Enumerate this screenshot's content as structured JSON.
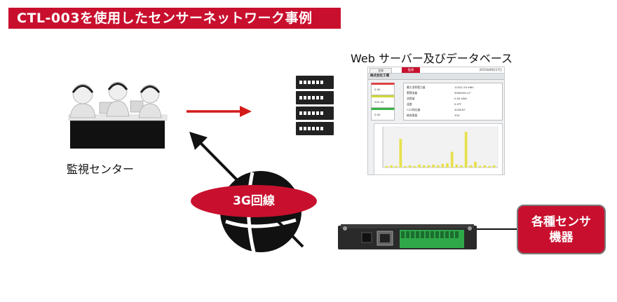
{
  "title": "CTL-003を使用したセンサーネットワーク事例",
  "web_server_label": "Web サーバー及びデータベース",
  "monitoring_center_label": "監視センター",
  "network_label": "3G回線",
  "sensor_label_line1": "各種センサ",
  "sensor_label_line2": "機器",
  "colors": {
    "accent_red": "#c8102e",
    "arrow_red": "#d41a1a",
    "arrow_black": "#111111",
    "bar_yellow": "#e6e14a"
  },
  "screenshot": {
    "tab_1": "全体",
    "tab_2": "監視",
    "date": "2015年09月17日",
    "company": "株式会社工場",
    "left_values": [
      "0.00",
      "525.34",
      "0.00"
    ],
    "table_rows": [
      {
        "label": "最大消費電力量",
        "value": "12421.55 kWh"
      },
      {
        "label": "累積流量",
        "value": "9958300 m³"
      },
      {
        "label": "消費量",
        "value": "0.00 kWh"
      },
      {
        "label": "温度",
        "value": "0.0℃"
      },
      {
        "label": "CO2排出量",
        "value": "4248.67"
      },
      {
        "label": "総発電量",
        "value": "334"
      }
    ]
  },
  "chart_data": {
    "type": "bar",
    "values": [
      2,
      3,
      2,
      40,
      2,
      3,
      2,
      4,
      3,
      3,
      4,
      3,
      5,
      6,
      22,
      4,
      3,
      50,
      3,
      8,
      2,
      3,
      2,
      3
    ],
    "ylim": [
      0,
      55
    ]
  }
}
